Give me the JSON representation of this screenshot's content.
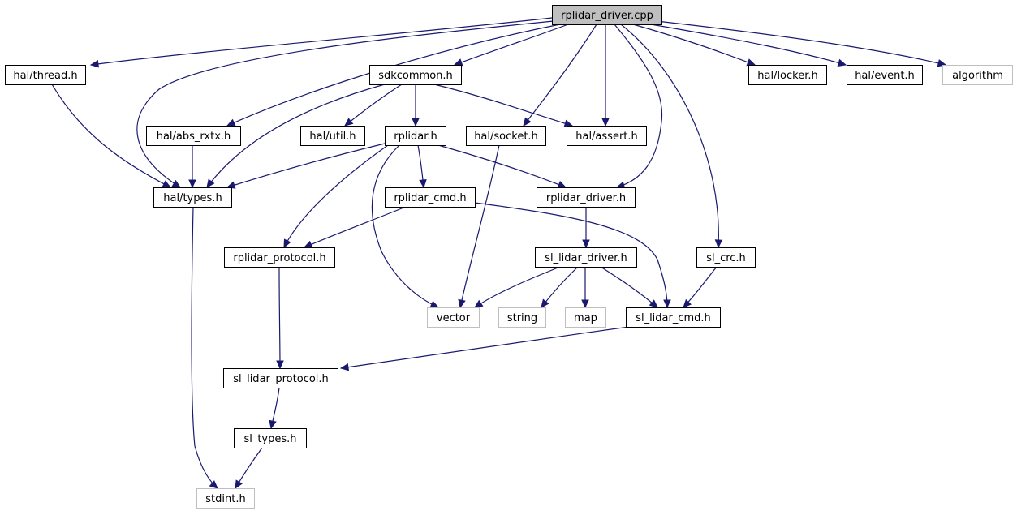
{
  "diagram": {
    "type": "include-dependency-graph",
    "colors": {
      "edge": "#191970",
      "node_border": "#000000",
      "external_border": "#bfbfbf",
      "root_fill": "#bfbfbf",
      "node_fill": "#ffffff"
    },
    "nodes": [
      {
        "id": "rplidar_driver_cpp",
        "label": "rplidar_driver.cpp",
        "kind": "root"
      },
      {
        "id": "hal_thread_h",
        "label": "hal/thread.h",
        "kind": "header"
      },
      {
        "id": "sdkcommon_h",
        "label": "sdkcommon.h",
        "kind": "header"
      },
      {
        "id": "hal_locker_h",
        "label": "hal/locker.h",
        "kind": "header"
      },
      {
        "id": "hal_event_h",
        "label": "hal/event.h",
        "kind": "header"
      },
      {
        "id": "algorithm",
        "label": "algorithm",
        "kind": "external"
      },
      {
        "id": "hal_abs_rxtx_h",
        "label": "hal/abs_rxtx.h",
        "kind": "header"
      },
      {
        "id": "hal_util_h",
        "label": "hal/util.h",
        "kind": "header"
      },
      {
        "id": "rplidar_h",
        "label": "rplidar.h",
        "kind": "header"
      },
      {
        "id": "hal_socket_h",
        "label": "hal/socket.h",
        "kind": "header"
      },
      {
        "id": "hal_assert_h",
        "label": "hal/assert.h",
        "kind": "header"
      },
      {
        "id": "hal_types_h",
        "label": "hal/types.h",
        "kind": "header"
      },
      {
        "id": "rplidar_cmd_h",
        "label": "rplidar_cmd.h",
        "kind": "header"
      },
      {
        "id": "rplidar_driver_h",
        "label": "rplidar_driver.h",
        "kind": "header"
      },
      {
        "id": "rplidar_protocol_h",
        "label": "rplidar_protocol.h",
        "kind": "header"
      },
      {
        "id": "sl_lidar_driver_h",
        "label": "sl_lidar_driver.h",
        "kind": "header"
      },
      {
        "id": "sl_crc_h",
        "label": "sl_crc.h",
        "kind": "header"
      },
      {
        "id": "vector",
        "label": "vector",
        "kind": "external"
      },
      {
        "id": "string",
        "label": "string",
        "kind": "external"
      },
      {
        "id": "map",
        "label": "map",
        "kind": "external"
      },
      {
        "id": "sl_lidar_cmd_h",
        "label": "sl_lidar_cmd.h",
        "kind": "header"
      },
      {
        "id": "sl_lidar_protocol_h",
        "label": "sl_lidar_protocol.h",
        "kind": "header"
      },
      {
        "id": "sl_types_h",
        "label": "sl_types.h",
        "kind": "header"
      },
      {
        "id": "stdint_h",
        "label": "stdint.h",
        "kind": "external"
      }
    ],
    "edges": [
      {
        "from": "rplidar_driver_cpp",
        "to": "hal_thread_h"
      },
      {
        "from": "rplidar_driver_cpp",
        "to": "hal_types_h"
      },
      {
        "from": "rplidar_driver_cpp",
        "to": "hal_abs_rxtx_h"
      },
      {
        "from": "rplidar_driver_cpp",
        "to": "sdkcommon_h"
      },
      {
        "from": "rplidar_driver_cpp",
        "to": "hal_socket_h"
      },
      {
        "from": "rplidar_driver_cpp",
        "to": "hal_assert_h"
      },
      {
        "from": "rplidar_driver_cpp",
        "to": "rplidar_driver_h"
      },
      {
        "from": "rplidar_driver_cpp",
        "to": "sl_crc_h"
      },
      {
        "from": "rplidar_driver_cpp",
        "to": "hal_locker_h"
      },
      {
        "from": "rplidar_driver_cpp",
        "to": "hal_event_h"
      },
      {
        "from": "rplidar_driver_cpp",
        "to": "algorithm"
      },
      {
        "from": "hal_thread_h",
        "to": "hal_types_h"
      },
      {
        "from": "hal_abs_rxtx_h",
        "to": "hal_types_h"
      },
      {
        "from": "sdkcommon_h",
        "to": "hal_types_h"
      },
      {
        "from": "sdkcommon_h",
        "to": "hal_util_h"
      },
      {
        "from": "sdkcommon_h",
        "to": "rplidar_h"
      },
      {
        "from": "sdkcommon_h",
        "to": "hal_assert_h"
      },
      {
        "from": "rplidar_h",
        "to": "hal_types_h"
      },
      {
        "from": "rplidar_h",
        "to": "rplidar_cmd_h"
      },
      {
        "from": "rplidar_h",
        "to": "rplidar_driver_h"
      },
      {
        "from": "rplidar_h",
        "to": "rplidar_protocol_h"
      },
      {
        "from": "rplidar_h",
        "to": "vector"
      },
      {
        "from": "hal_socket_h",
        "to": "vector"
      },
      {
        "from": "hal_types_h",
        "to": "stdint_h"
      },
      {
        "from": "rplidar_cmd_h",
        "to": "rplidar_protocol_h"
      },
      {
        "from": "rplidar_cmd_h",
        "to": "sl_lidar_cmd_h"
      },
      {
        "from": "rplidar_driver_h",
        "to": "sl_lidar_driver_h"
      },
      {
        "from": "rplidar_protocol_h",
        "to": "sl_lidar_protocol_h"
      },
      {
        "from": "sl_lidar_driver_h",
        "to": "vector"
      },
      {
        "from": "sl_lidar_driver_h",
        "to": "string"
      },
      {
        "from": "sl_lidar_driver_h",
        "to": "map"
      },
      {
        "from": "sl_lidar_driver_h",
        "to": "sl_lidar_cmd_h"
      },
      {
        "from": "sl_crc_h",
        "to": "sl_lidar_cmd_h"
      },
      {
        "from": "sl_lidar_cmd_h",
        "to": "sl_lidar_protocol_h"
      },
      {
        "from": "sl_lidar_protocol_h",
        "to": "sl_types_h"
      },
      {
        "from": "sl_types_h",
        "to": "stdint_h"
      }
    ]
  }
}
